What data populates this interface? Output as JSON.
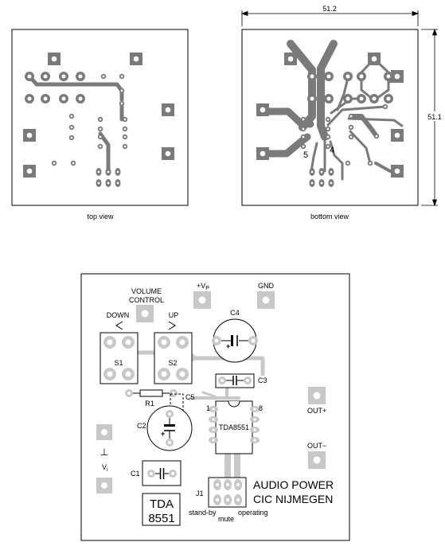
{
  "top_view": {
    "caption": "top view"
  },
  "bottom_view": {
    "caption": "bottom view",
    "width_dim": "51.2",
    "height_dim": "51.1",
    "pin_labels": [
      "5",
      "4"
    ]
  },
  "assembly": {
    "volume_control_line1": "VOLUME",
    "volume_control_line2": "CONTROL",
    "down_label": "DOWN",
    "up_label": "UP",
    "vp_label": "+V",
    "vp_sub": "P",
    "gnd_label": "GND",
    "c4_label": "C4",
    "c3_label": "C3",
    "c5_label": "C5",
    "c2_label": "C2",
    "c1_label": "C1",
    "r1_label": "R1",
    "s1_label": "S1",
    "s2_label": "S2",
    "j1_label": "J1",
    "ic_label": "TDA8551",
    "pin1_label": "1",
    "pin8_label": "8",
    "out_plus_label": "OUT+",
    "out_minus_label": "OUT−",
    "ground_symbol": "⊥",
    "vi_label": "V",
    "vi_sub": "i",
    "plus_sign": "+",
    "standby_label": "stand-by",
    "mute_label": "mute",
    "operating_label": "operating",
    "title_line1": "AUDIO POWER",
    "title_line2": "CIC NIJMEGEN",
    "chip_box_line1": "TDA",
    "chip_box_line2": "8551"
  }
}
